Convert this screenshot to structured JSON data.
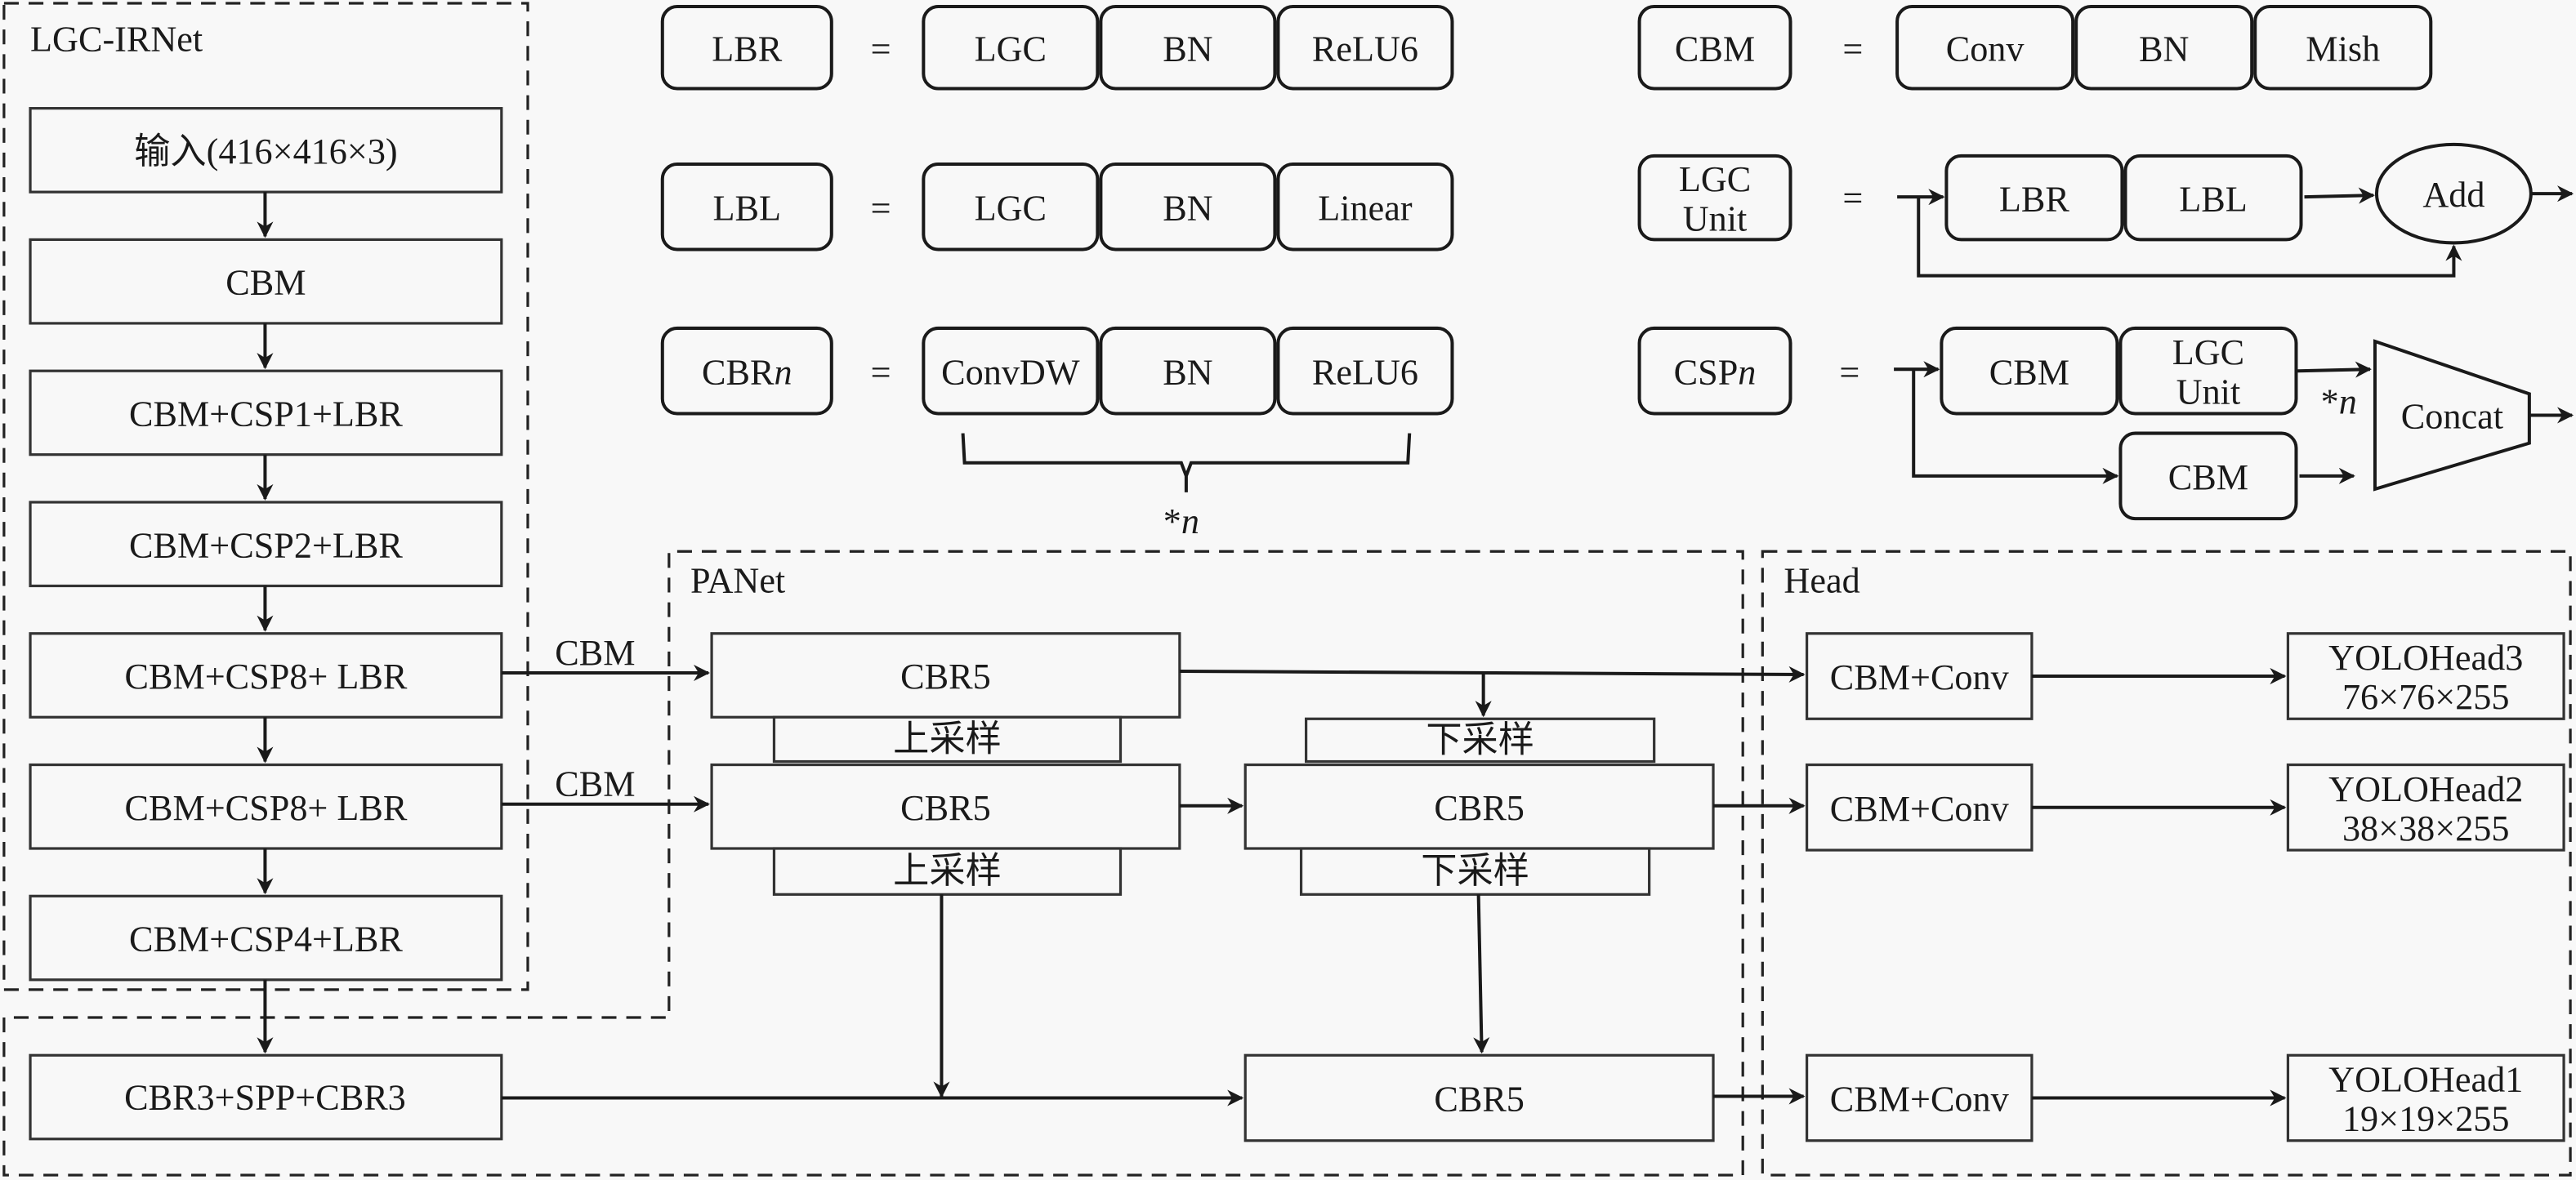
{
  "backbone": {
    "title": "LGC-IRNet",
    "blocks": [
      "输入(416×416×3)",
      "CBM",
      "CBM+CSP1+LBR",
      "CBM+CSP2+LBR",
      "CBM+CSP8+ LBR",
      "CBM+CSP8+ LBR",
      "CBM+CSP4+LBR"
    ],
    "spp": "CBR3+SPP+CBR3"
  },
  "definitions": {
    "equals": "=",
    "lbr": {
      "name": "LBR",
      "parts": [
        "LGC",
        "BN",
        "ReLU6"
      ]
    },
    "lbl": {
      "name": "LBL",
      "parts": [
        "LGC",
        "BN",
        "Linear"
      ]
    },
    "cbrn": {
      "name": "CBR",
      "name_italic": "n",
      "parts": [
        "ConvDW",
        "BN",
        "ReLU6"
      ],
      "repeat": "*",
      "repeat_italic": "n"
    },
    "cbm": {
      "name": "CBM",
      "parts": [
        "Conv",
        "BN",
        "Mish"
      ]
    },
    "lgc_unit": {
      "name_line1": "LGC",
      "name_line2": "Unit",
      "parts": [
        "LBR",
        "LBL"
      ],
      "add": "Add"
    },
    "cspn": {
      "name": "CSP",
      "name_italic": "n",
      "top": [
        "CBM"
      ],
      "unit_line1": "LGC",
      "unit_line2": "Unit",
      "bottom": "CBM",
      "concat": "Concat",
      "repeat": "*",
      "repeat_italic": "n"
    }
  },
  "panet": {
    "title": "PANet",
    "edge_label": "CBM",
    "cbr5": "CBR5",
    "upsample": "上采样",
    "downsample": "下采样"
  },
  "head": {
    "title": "Head",
    "conv": "CBM+Conv",
    "outputs": [
      {
        "name": "YOLOHead3",
        "size": "76×76×255"
      },
      {
        "name": "YOLOHead2",
        "size": "38×38×255"
      },
      {
        "name": "YOLOHead1",
        "size": "19×19×255"
      }
    ]
  }
}
